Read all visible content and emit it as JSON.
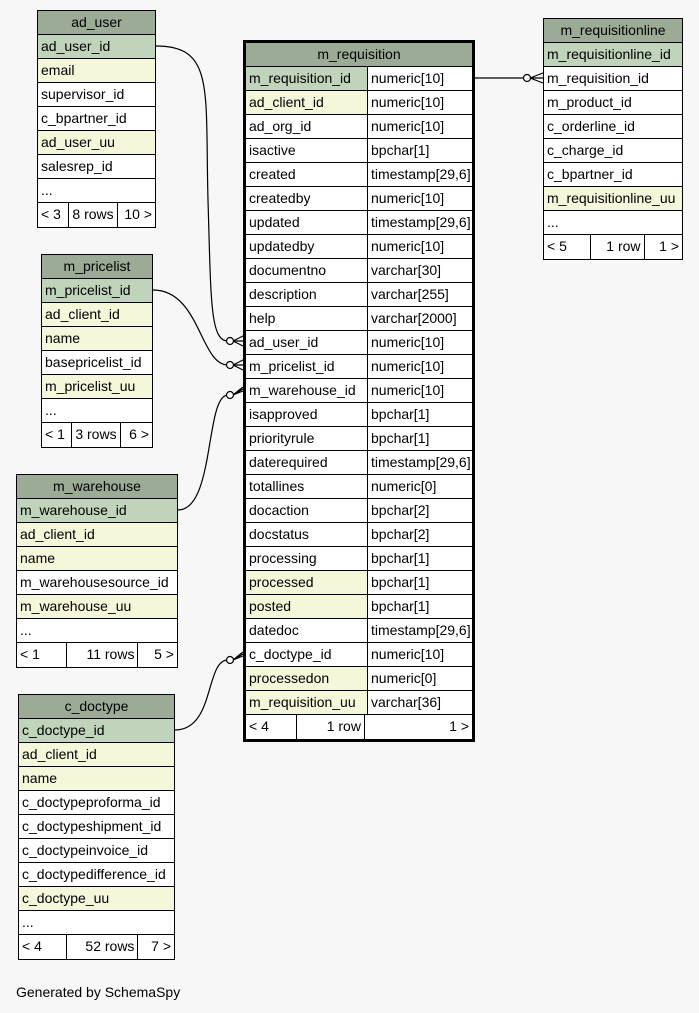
{
  "tables": [
    {
      "id": "ad_user",
      "name": "ad_user",
      "cols": [
        {
          "name": "ad_user_id",
          "kind": "pk"
        },
        {
          "name": "email",
          "kind": "idx"
        },
        {
          "name": "supervisor_id",
          "kind": "plain"
        },
        {
          "name": "c_bpartner_id",
          "kind": "plain"
        },
        {
          "name": "ad_user_uu",
          "kind": "idx"
        },
        {
          "name": "salesrep_id",
          "kind": "plain"
        },
        {
          "name": "...",
          "kind": "plain"
        }
      ],
      "footer": [
        "< 3",
        "8 rows",
        "10 >"
      ]
    },
    {
      "id": "m_pricelist",
      "name": "m_pricelist",
      "cols": [
        {
          "name": "m_pricelist_id",
          "kind": "pk"
        },
        {
          "name": "ad_client_id",
          "kind": "idx"
        },
        {
          "name": "name",
          "kind": "idx"
        },
        {
          "name": "basepricelist_id",
          "kind": "plain"
        },
        {
          "name": "m_pricelist_uu",
          "kind": "idx"
        },
        {
          "name": "...",
          "kind": "plain"
        }
      ],
      "footer": [
        "< 1",
        "3 rows",
        "6 >"
      ]
    },
    {
      "id": "m_warehouse",
      "name": "m_warehouse",
      "cols": [
        {
          "name": "m_warehouse_id",
          "kind": "pk"
        },
        {
          "name": "ad_client_id",
          "kind": "idx"
        },
        {
          "name": "name",
          "kind": "idx"
        },
        {
          "name": "m_warehousesource_id",
          "kind": "plain"
        },
        {
          "name": "m_warehouse_uu",
          "kind": "idx"
        },
        {
          "name": "...",
          "kind": "plain"
        }
      ],
      "footer": [
        "< 1",
        "11 rows",
        "5 >"
      ]
    },
    {
      "id": "c_doctype",
      "name": "c_doctype",
      "cols": [
        {
          "name": "c_doctype_id",
          "kind": "pk"
        },
        {
          "name": "ad_client_id",
          "kind": "idx"
        },
        {
          "name": "name",
          "kind": "idx"
        },
        {
          "name": "c_doctypeproforma_id",
          "kind": "plain"
        },
        {
          "name": "c_doctypeshipment_id",
          "kind": "plain"
        },
        {
          "name": "c_doctypeinvoice_id",
          "kind": "plain"
        },
        {
          "name": "c_doctypedifference_id",
          "kind": "plain"
        },
        {
          "name": "c_doctype_uu",
          "kind": "idx"
        },
        {
          "name": "...",
          "kind": "plain"
        }
      ],
      "footer": [
        "< 4",
        "52 rows",
        "7 >"
      ]
    },
    {
      "id": "m_requisitionline",
      "name": "m_requisitionline",
      "cols": [
        {
          "name": "m_requisitionline_id",
          "kind": "pk"
        },
        {
          "name": "m_requisition_id",
          "kind": "plain"
        },
        {
          "name": "m_product_id",
          "kind": "plain"
        },
        {
          "name": "c_orderline_id",
          "kind": "plain"
        },
        {
          "name": "c_charge_id",
          "kind": "plain"
        },
        {
          "name": "c_bpartner_id",
          "kind": "plain"
        },
        {
          "name": "m_requisitionline_uu",
          "kind": "idx"
        },
        {
          "name": "...",
          "kind": "plain"
        }
      ],
      "footer": [
        "< 5",
        "1 row",
        "1 >"
      ]
    },
    {
      "id": "m_requisition",
      "name": "m_requisition",
      "main": true,
      "cols": [
        {
          "name": "m_requisition_id",
          "type": "numeric[10]",
          "kind": "pk"
        },
        {
          "name": "ad_client_id",
          "type": "numeric[10]",
          "kind": "idx"
        },
        {
          "name": "ad_org_id",
          "type": "numeric[10]",
          "kind": "plain"
        },
        {
          "name": "isactive",
          "type": "bpchar[1]",
          "kind": "plain"
        },
        {
          "name": "created",
          "type": "timestamp[29,6]",
          "kind": "plain"
        },
        {
          "name": "createdby",
          "type": "numeric[10]",
          "kind": "plain"
        },
        {
          "name": "updated",
          "type": "timestamp[29,6]",
          "kind": "plain"
        },
        {
          "name": "updatedby",
          "type": "numeric[10]",
          "kind": "plain"
        },
        {
          "name": "documentno",
          "type": "varchar[30]",
          "kind": "plain"
        },
        {
          "name": "description",
          "type": "varchar[255]",
          "kind": "plain"
        },
        {
          "name": "help",
          "type": "varchar[2000]",
          "kind": "plain"
        },
        {
          "name": "ad_user_id",
          "type": "numeric[10]",
          "kind": "plain"
        },
        {
          "name": "m_pricelist_id",
          "type": "numeric[10]",
          "kind": "plain"
        },
        {
          "name": "m_warehouse_id",
          "type": "numeric[10]",
          "kind": "plain"
        },
        {
          "name": "isapproved",
          "type": "bpchar[1]",
          "kind": "plain"
        },
        {
          "name": "priorityrule",
          "type": "bpchar[1]",
          "kind": "plain"
        },
        {
          "name": "daterequired",
          "type": "timestamp[29,6]",
          "kind": "plain"
        },
        {
          "name": "totallines",
          "type": "numeric[0]",
          "kind": "plain"
        },
        {
          "name": "docaction",
          "type": "bpchar[2]",
          "kind": "plain"
        },
        {
          "name": "docstatus",
          "type": "bpchar[2]",
          "kind": "plain"
        },
        {
          "name": "processing",
          "type": "bpchar[1]",
          "kind": "plain"
        },
        {
          "name": "processed",
          "type": "bpchar[1]",
          "kind": "idx"
        },
        {
          "name": "posted",
          "type": "bpchar[1]",
          "kind": "idx"
        },
        {
          "name": "datedoc",
          "type": "timestamp[29,6]",
          "kind": "plain"
        },
        {
          "name": "c_doctype_id",
          "type": "numeric[10]",
          "kind": "plain"
        },
        {
          "name": "processedon",
          "type": "numeric[0]",
          "kind": "idx"
        },
        {
          "name": "m_requisition_uu",
          "type": "varchar[36]",
          "kind": "idx"
        }
      ],
      "footer": [
        "< 4",
        "1 row",
        "1 >"
      ]
    }
  ],
  "caption": "Generated by SchemaSpy",
  "colors": {
    "header": "#9bab96",
    "pk": "#bfd4bb",
    "indexed": "#f4f7da",
    "background": "#f7f7f7"
  }
}
